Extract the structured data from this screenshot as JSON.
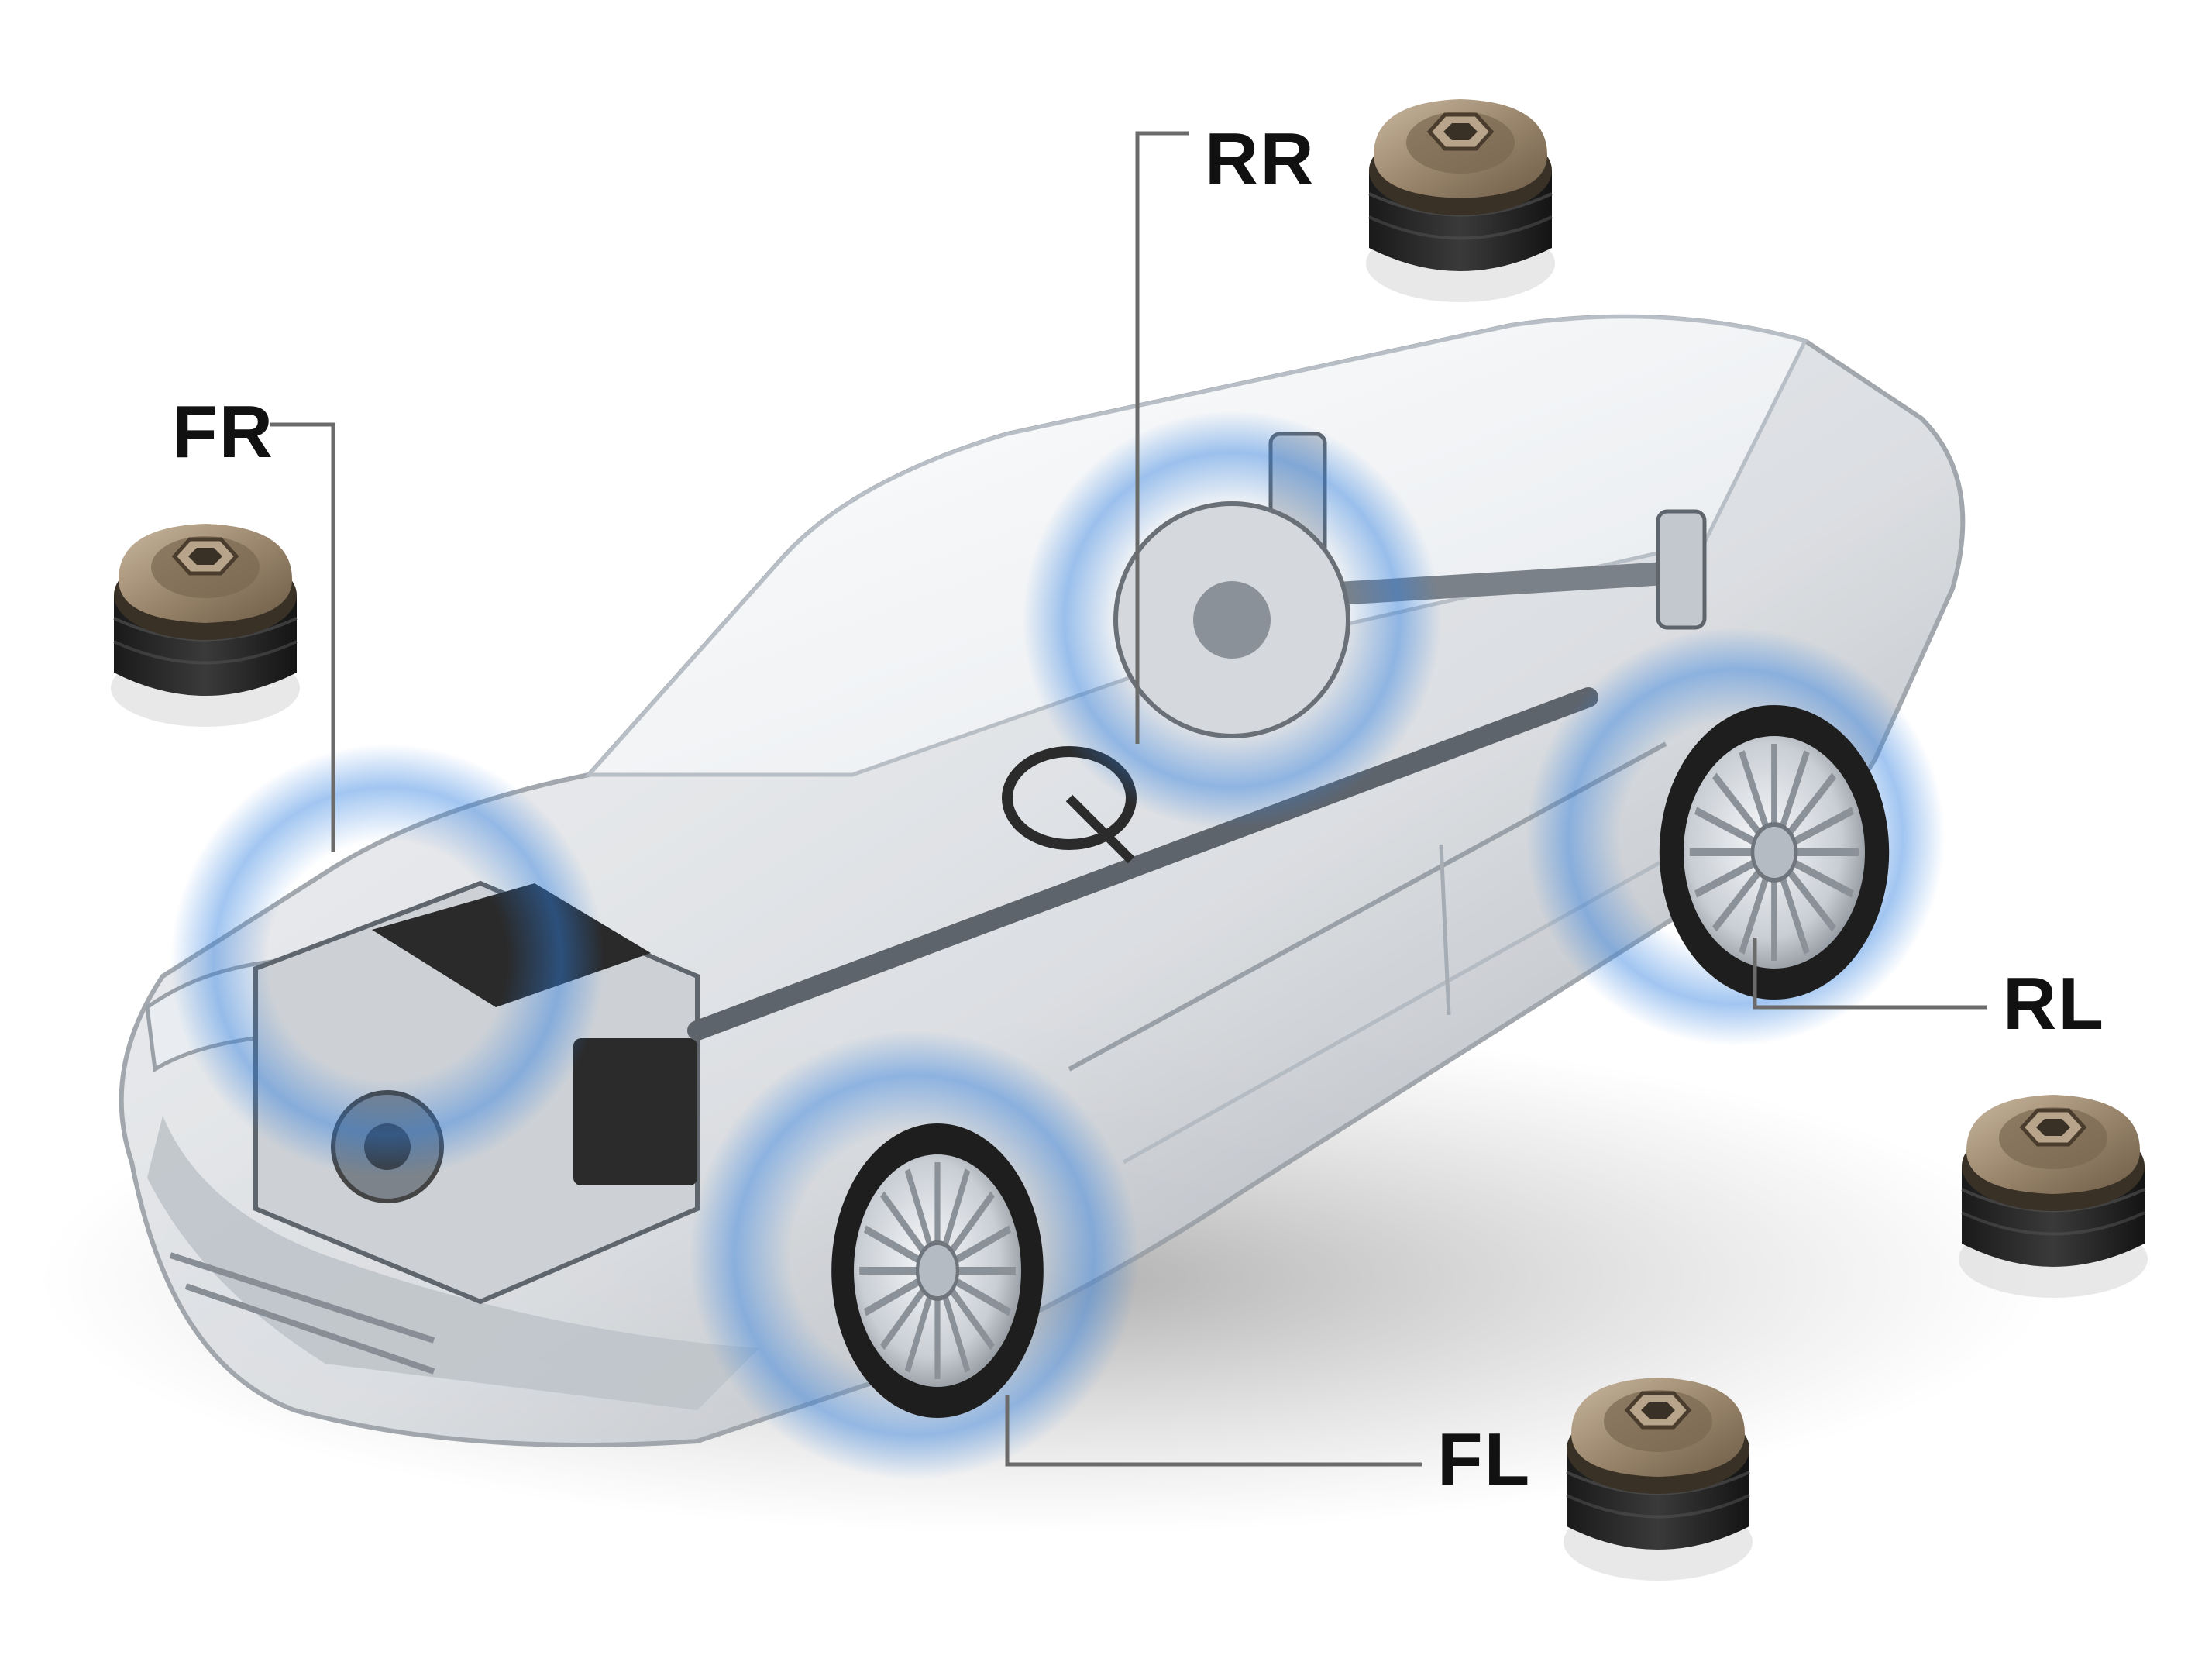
{
  "labels": {
    "fr": "FR",
    "rr": "RR",
    "rl": "RL",
    "fl": "FL"
  },
  "colors": {
    "leader_line": "#6b6b6b",
    "wheel_glow": "#2f7fe0",
    "sensor_cap": "#a08c74",
    "sensor_body": "#2b2b2b",
    "car_body": "#cfd3d8"
  }
}
